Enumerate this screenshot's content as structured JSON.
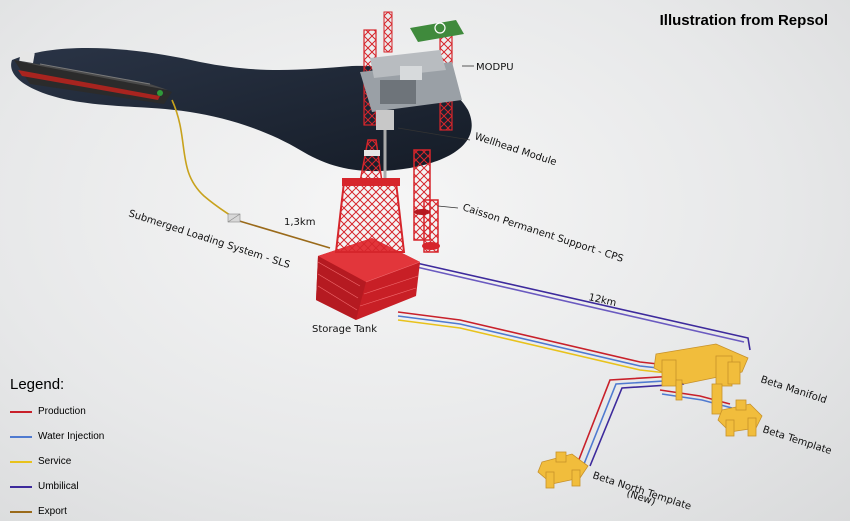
{
  "credit": "Illustration from Repsol",
  "labels": {
    "modpu": "MODPU",
    "wellhead": "Wellhead Module",
    "cps": "Caisson Permanent Support - CPS",
    "sls": "Submerged Loading System - SLS",
    "dist_sls": "1,3km",
    "dist_manifold": "12km",
    "storage": "Storage Tank",
    "beta_manifold": "Beta Manifold",
    "beta_template": "Beta Template",
    "beta_north_1": "Beta North Template",
    "beta_north_2": "(New)"
  },
  "legend": {
    "title": "Legend:",
    "items": [
      {
        "label": "Production",
        "color": "#c8202a"
      },
      {
        "label": "Water Injection",
        "color": "#4f7ad0"
      },
      {
        "label": "Service",
        "color": "#e8c21c"
      },
      {
        "label": "Umbilical",
        "color": "#3d2a9c"
      },
      {
        "label": "Export",
        "color": "#9a6a1a"
      }
    ]
  },
  "colors": {
    "sea": "#1c2533",
    "structure_red": "#d6252b",
    "equipment_yellow": "#f1bd3c",
    "tanker_hull": "#2b2b2b"
  }
}
